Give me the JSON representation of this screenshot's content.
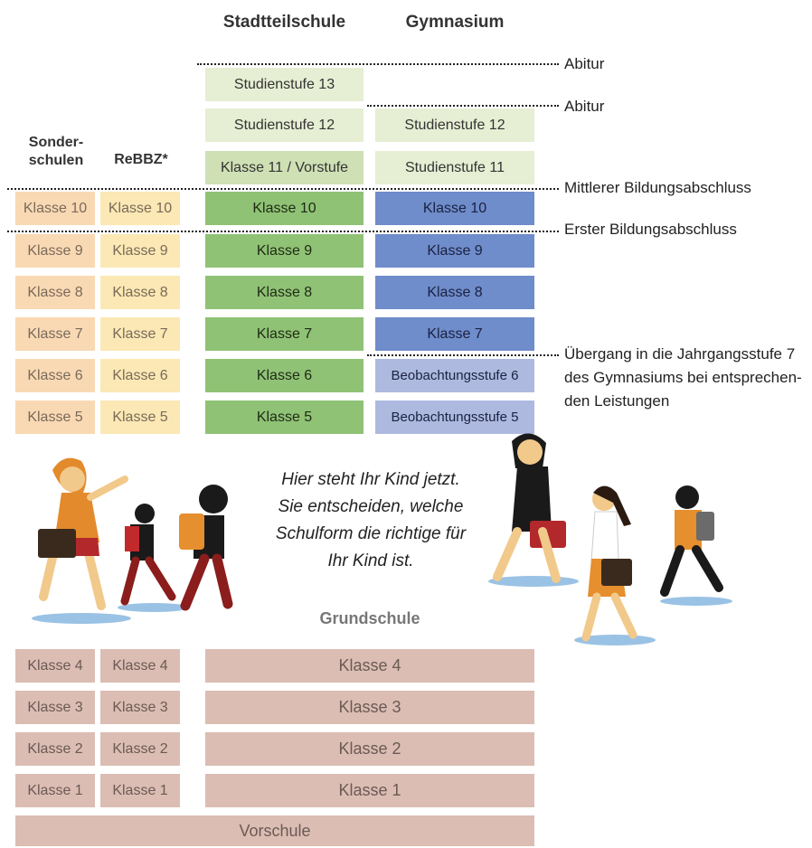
{
  "headers": {
    "stadtteilschule": "Stadtteilschule",
    "gymnasium": "Gymnasium",
    "sonderschulen_1": "Sonder-",
    "sonderschulen_2": "schulen",
    "rebbz": "ReBBZ*",
    "grundschule": "Grundschule"
  },
  "stadtteilschule": [
    "Studienstufe 13",
    "Studienstufe 12",
    "Klasse 11 / Vorstufe",
    "Klasse 10",
    "Klasse 9",
    "Klasse 8",
    "Klasse 7",
    "Klasse 6",
    "Klasse 5"
  ],
  "gymnasium": [
    "Studienstufe 12",
    "Studienstufe 11",
    "Klasse 10",
    "Klasse 9",
    "Klasse 8",
    "Klasse 7",
    "Beobachtungsstufe 6",
    "Beobachtungsstufe 5"
  ],
  "sonderschulen": [
    "Klasse 10",
    "Klasse 9",
    "Klasse 8",
    "Klasse 7",
    "Klasse 6",
    "Klasse 5"
  ],
  "rebbz": [
    "Klasse 10",
    "Klasse 9",
    "Klasse 8",
    "Klasse 7",
    "Klasse 6",
    "Klasse 5"
  ],
  "grundschule": {
    "sonder": [
      "Klasse 4",
      "Klasse 3",
      "Klasse 2",
      "Klasse 1"
    ],
    "rebbz": [
      "Klasse 4",
      "Klasse 3",
      "Klasse 2",
      "Klasse 1"
    ],
    "main": [
      "Klasse 4",
      "Klasse 3",
      "Klasse 2",
      "Klasse 1"
    ],
    "vorschule": "Vorschule"
  },
  "annotations": {
    "abitur_1": "Abitur",
    "abitur_2": "Abitur",
    "mittlerer": "Mittlerer Bildungsabschluss",
    "erster": "Erster Bildungsabschluss",
    "uebergang_1": "Übergang in die Jahrgangsstufe 7",
    "uebergang_2": "des Gymnasiums bei entsprechen-",
    "uebergang_3": "den Leistungen"
  },
  "quote": {
    "line1": "Hier steht Ihr Kind jetzt.",
    "line2": "Sie entscheiden, welche",
    "line3": "Schulform die richtige für",
    "line4": "Ihr Kind ist."
  },
  "colors": {
    "pale_green": "#e6eed3",
    "mid_green": "#cfe0b5",
    "green": "#8fc275",
    "blue": "#6f8ccb",
    "pale_blue": "#aeb9e0",
    "orange": "#f9d9b3",
    "yellow": "#fbe8b4",
    "pink": "#dbbdb3"
  }
}
